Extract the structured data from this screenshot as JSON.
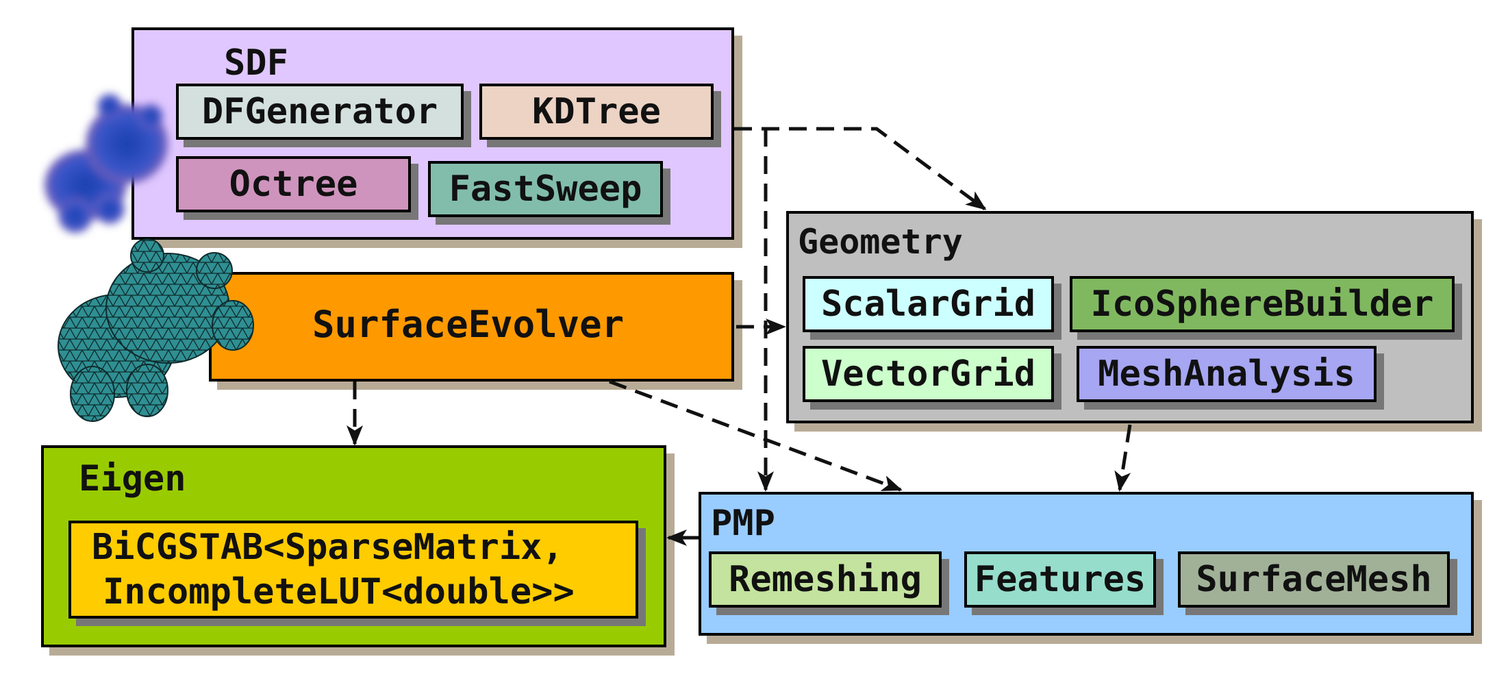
{
  "sdf": {
    "title": "SDF",
    "color": "#e0c7ff",
    "items": [
      {
        "label": "DFGenerator",
        "color": "#d3e0dd"
      },
      {
        "label": "KDTree",
        "color": "#ecd3c4"
      },
      {
        "label": "Octree",
        "color": "#cf94bd"
      },
      {
        "label": "FastSweep",
        "color": "#82bdab"
      }
    ]
  },
  "evolver": {
    "title": "SurfaceEvolver",
    "color": "#ff9900"
  },
  "geometry": {
    "title": "Geometry",
    "color": "#bfbfbf",
    "items": [
      {
        "label": "ScalarGrid",
        "color": "#ccffff"
      },
      {
        "label": "IcoSphereBuilder",
        "color": "#80b860"
      },
      {
        "label": "VectorGrid",
        "color": "#ccffcc"
      },
      {
        "label": "MeshAnalysis",
        "color": "#a6a6f2"
      }
    ]
  },
  "eigen": {
    "title": "Eigen",
    "color": "#99cc00",
    "solver_line1": "BiCGSTAB<SparseMatrix,",
    "solver_line2": "IncompleteLUT<double>>",
    "solver_color": "#ffcc00"
  },
  "pmp": {
    "title": "PMP",
    "color": "#99ccff",
    "items": [
      {
        "label": "Remeshing",
        "color": "#c3e39e"
      },
      {
        "label": "Features",
        "color": "#96ddcc"
      },
      {
        "label": "SurfaceMesh",
        "color": "#a1b198"
      }
    ]
  },
  "icons": [
    "blurred-cow-sdf-icon",
    "triangulated-cow-mesh-icon"
  ]
}
